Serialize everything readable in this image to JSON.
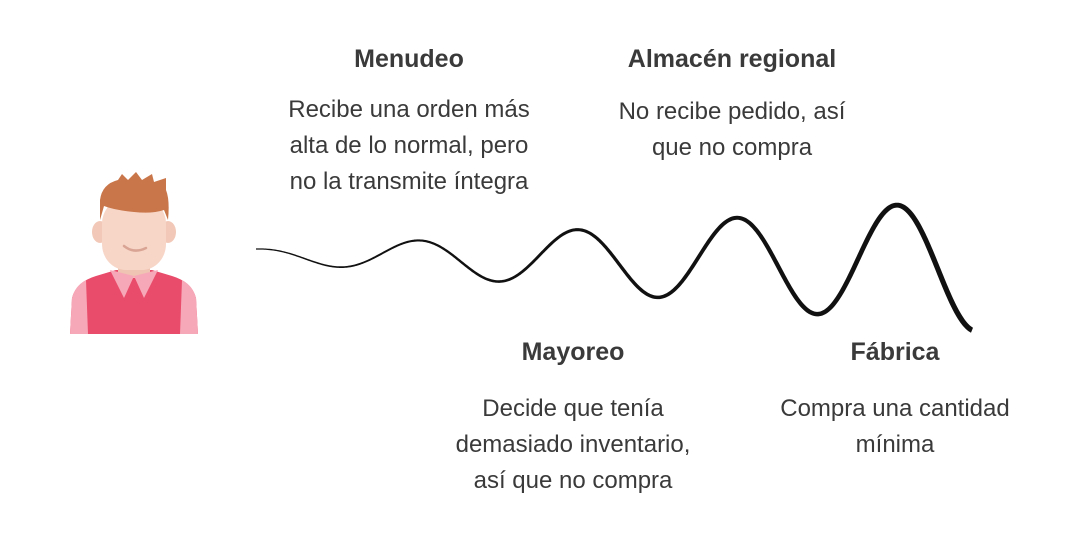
{
  "stages": [
    {
      "title": "Menudeo",
      "lines": [
        "Recibe una orden más",
        "alta de lo normal, pero",
        "no la transmite íntegra"
      ]
    },
    {
      "title": "Almacén regional",
      "lines": [
        "No recibe pedido, así",
        "que no compra"
      ]
    },
    {
      "title": "Mayoreo",
      "lines": [
        "Decide que tenía",
        "demasiado inventario,",
        "así que no compra"
      ]
    },
    {
      "title": "Fábrica",
      "lines": [
        "Compra una cantidad",
        "mínima"
      ]
    }
  ],
  "avatar": {
    "icon": "customer-person-icon",
    "colors": {
      "hair": "#c8764a",
      "skin": "#f7d6c8",
      "shirt": "#e94b6a",
      "collar": "#f7a8b8"
    }
  },
  "wave": {
    "icon": "bullwhip-wave-icon",
    "color": "#111111"
  }
}
